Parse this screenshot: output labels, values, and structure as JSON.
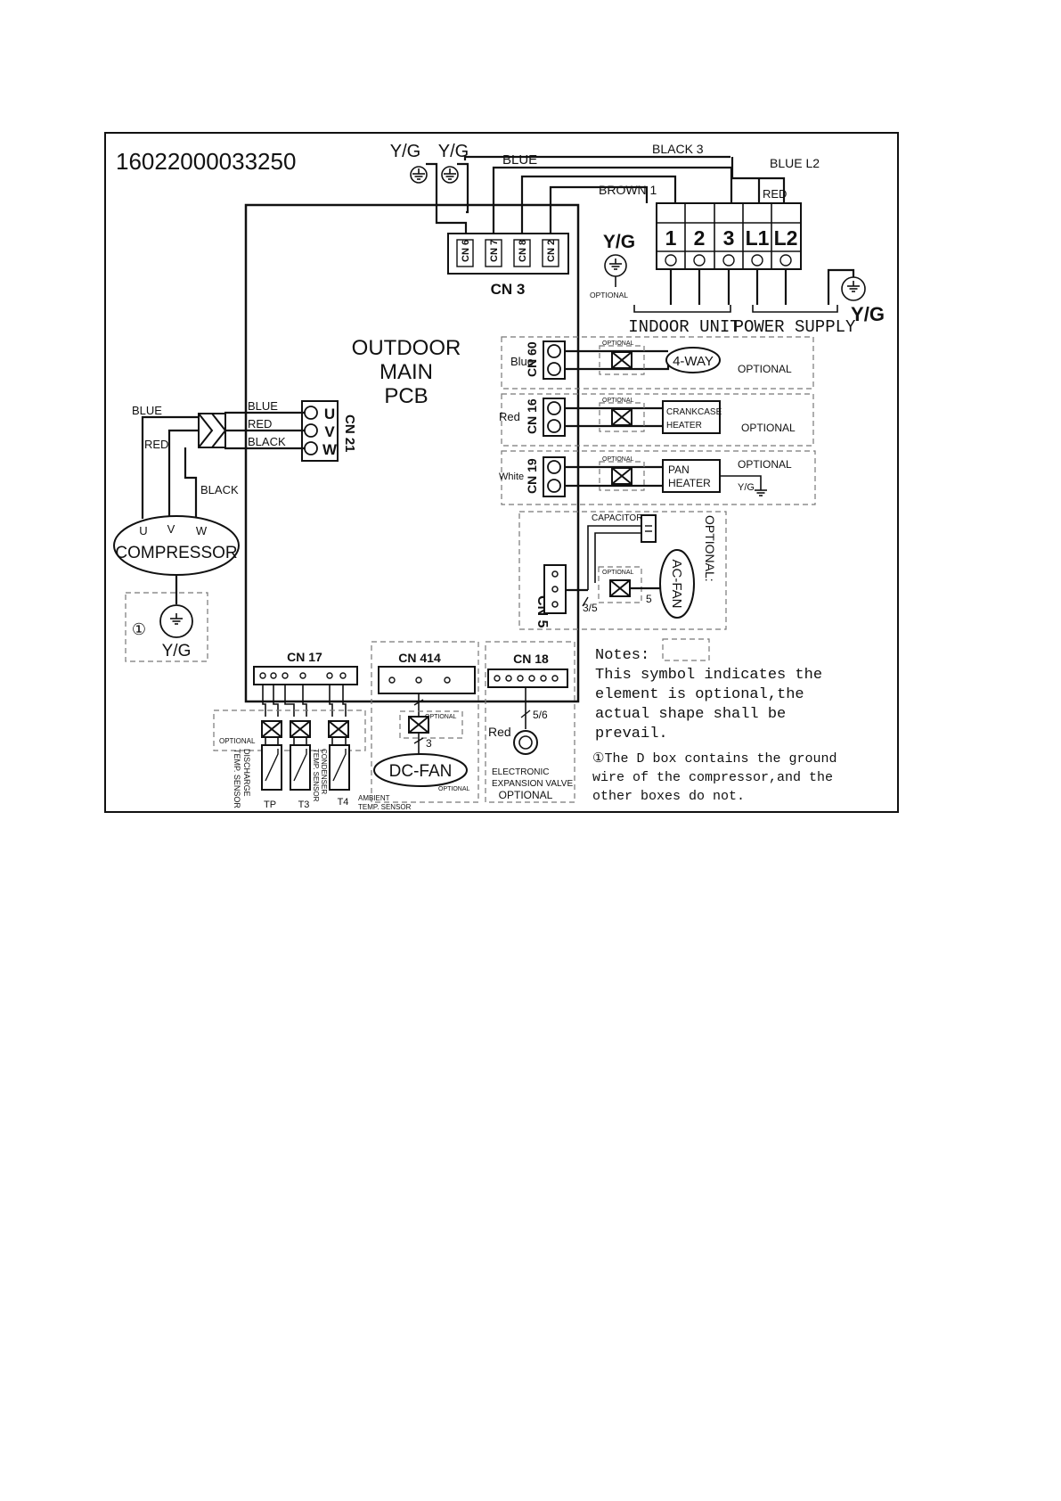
{
  "diagram_code": "16022000033250",
  "pcb": {
    "line1": "OUTDOOR",
    "line2": "MAIN",
    "line3": "PCB"
  },
  "ground": {
    "yg": "Y/G",
    "optional": "OPTIONAL"
  },
  "cn3": {
    "label": "CN 3",
    "pins": [
      "CN 6",
      "CN 7",
      "CN 8",
      "CN 2"
    ]
  },
  "top_wires": {
    "blue": "BLUE",
    "black3": "BLACK 3",
    "brown1": "BROWN 1",
    "blue_l2": "BLUE  L2",
    "red": "RED"
  },
  "terminal_block": {
    "terminals": [
      "1",
      "2",
      "3",
      "L1",
      "L2"
    ],
    "indoor_unit": "INDOOR UNIT",
    "power_supply": "POWER SUPPLY"
  },
  "compressor": {
    "label": "COMPRESSOR",
    "u": "U",
    "v": "V",
    "w": "W",
    "wire_blue": "BLUE",
    "wire_red": "RED",
    "wire_black": "BLACK",
    "ground_mark": "①"
  },
  "cn21": {
    "label": "CN 21",
    "pins": [
      "U",
      "V",
      "W"
    ],
    "wires": [
      "BLUE",
      "RED",
      "BLACK"
    ]
  },
  "cn60": {
    "label": "CN 60",
    "wire": "Blue",
    "load": "4-WAY",
    "optional": "OPTIONAL",
    "small_optional": "OPTIONAL"
  },
  "cn16": {
    "label": "CN 16",
    "wire": "Red",
    "load_line1": "CRANKCASE",
    "load_line2": "HEATER",
    "optional": "OPTIONAL",
    "small_optional": "OPTIONAL"
  },
  "cn19": {
    "label": "CN 19",
    "wire": "White",
    "load_line1": "PAN",
    "load_line2": "HEATER",
    "optional": "OPTIONAL",
    "small_optional": "OPTIONAL",
    "yg": "Y/G"
  },
  "cn5": {
    "label": "CN 5",
    "capacitor": "CAPACITOR",
    "fan": "AC-FAN",
    "optional": "OPTIONAL:",
    "small_optional": "OPTIONAL",
    "wire_count": "3/5",
    "wire_count2": "5"
  },
  "cn17": {
    "label": "CN 17",
    "optional": "OPTIONAL",
    "tp": "TP",
    "t3": "T3",
    "t4": "T4",
    "discharge_line1": "DISCHARGE",
    "discharge_line2": "TEMP. SENSOR",
    "condenser_line1": "CONDENSER",
    "condenser_line2": "TEMP. SENSOR",
    "ambient_line1": "AMBIENT",
    "ambient_line2": "TEMP. SENSOR"
  },
  "cn414": {
    "label": "CN 414",
    "fan": "DC-FAN",
    "optional": "OPTIONAL",
    "optional2": "OPTIONAL",
    "wire_count": "3"
  },
  "cn18": {
    "label": "CN 18",
    "wire": "Red",
    "wire_count": "5/6",
    "valve_line1": "ELECTRONIC",
    "valve_line2": "EXPANSION VALVE",
    "optional": "OPTIONAL"
  },
  "notes": {
    "title": "Notes:",
    "line1": "This symbol indicates the",
    "line2": "element is optional,the",
    "line3": "actual shape shall be",
    "line4": "prevail.",
    "line5": "①The D box contains the ground",
    "line6": "wire of the compressor,and the",
    "line7": "other boxes do not."
  }
}
